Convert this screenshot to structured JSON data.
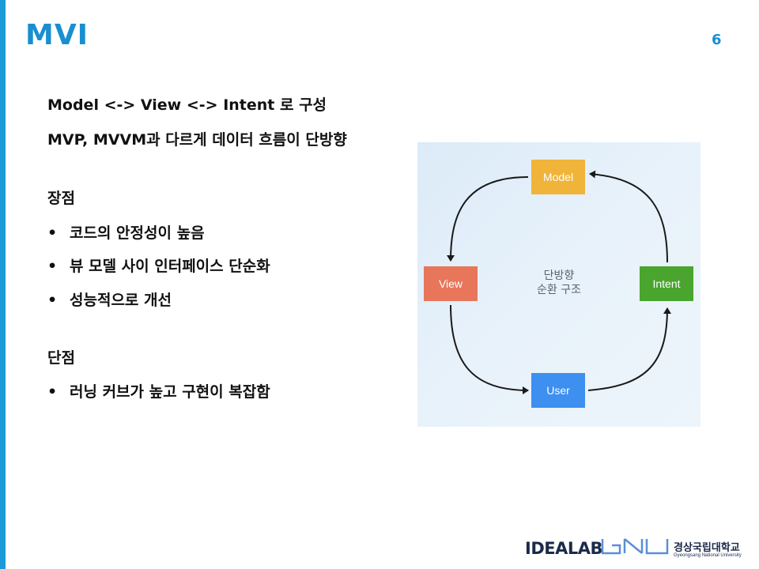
{
  "slide": {
    "title": "MVI",
    "page_number": "6",
    "lines": {
      "line1": "Model <-> View  <-> Intent 로 구성",
      "line2": "MVP, MVVM과 다르게 데이터 흐름이 단방향"
    },
    "pros": {
      "heading": "장점",
      "items": [
        "코드의 안정성이 높음",
        "뷰 모델 사이 인터페이스 단순화",
        "성능적으로 개선"
      ]
    },
    "cons": {
      "heading": "단점",
      "items": [
        "러닝 커브가 높고 구현이 복잡함"
      ]
    },
    "bullet_symbol": "•"
  },
  "diagram": {
    "nodes": {
      "model": "Model",
      "view": "View",
      "intent": "Intent",
      "user": "User"
    },
    "center_line1": "단방향",
    "center_line2": "순환 구조",
    "colors": {
      "model": "#f0b43a",
      "view": "#e8765b",
      "intent": "#4aa52e",
      "user": "#3d8ff0"
    }
  },
  "footer": {
    "idealab": "IDEALAB",
    "gnu": "GNU",
    "university_ko": "경상국립대학교",
    "university_en": "Gyeongsang National University"
  },
  "colors": {
    "accent": "#1a8fd0",
    "left_bar": "#1a9ad9"
  }
}
